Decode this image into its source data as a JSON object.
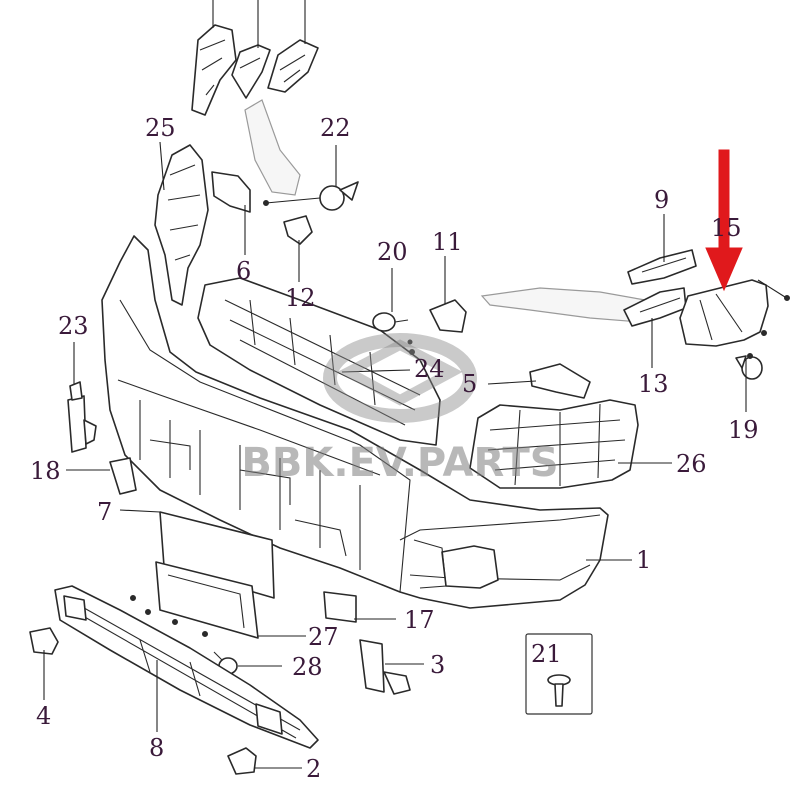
{
  "watermark": {
    "text": "BBK.EV.PARTS"
  },
  "callouts": {
    "c1": "1",
    "c2": "2",
    "c3": "3",
    "c4": "4",
    "c5": "5",
    "c6": "6",
    "c7": "7",
    "c8": "8",
    "c9": "9",
    "c11": "11",
    "c12": "12",
    "c13": "13",
    "c15": "15",
    "c17": "17",
    "c18": "18",
    "c19": "19",
    "c20": "20",
    "c21": "21",
    "c22": "22",
    "c23": "23",
    "c24": "24",
    "c25": "25",
    "c26": "26",
    "c27": "27",
    "c28": "28"
  },
  "colors": {
    "highlight_arrow": "#e0191c",
    "line": "#2a2a2a",
    "callout_text": "#3a1a3a"
  }
}
